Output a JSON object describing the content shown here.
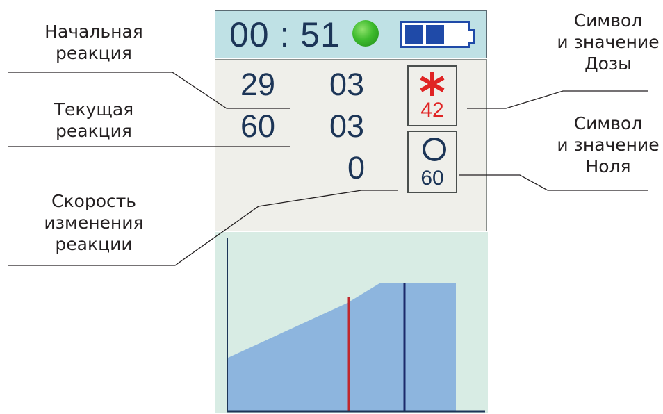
{
  "callouts": {
    "initial_reaction": "Начальная\nреакция",
    "current_reaction": "Текущая\nреакция",
    "rate_of_change": "Скорость\nизменения\nреакции",
    "dose_symbol": "Символ\nи значение\nДозы",
    "zero_symbol": "Символ\nи значение\nНоля"
  },
  "device": {
    "time": "00 : 51",
    "status_led_color": "#3ebb2e",
    "battery_level": 0.67,
    "readings": {
      "initial_value": "29",
      "initial_time": "03",
      "current_value": "60",
      "current_time": "03",
      "rate_value": "0"
    },
    "dose": {
      "symbol": "*",
      "value": "42",
      "color": "#e02424"
    },
    "zero": {
      "symbol": "O",
      "value": "60",
      "color": "#1c3557"
    }
  },
  "graph": {
    "fill_color": "#8db5de",
    "dose_marker_color": "#c0272d",
    "zero_marker_color": "#1c2a6b"
  }
}
